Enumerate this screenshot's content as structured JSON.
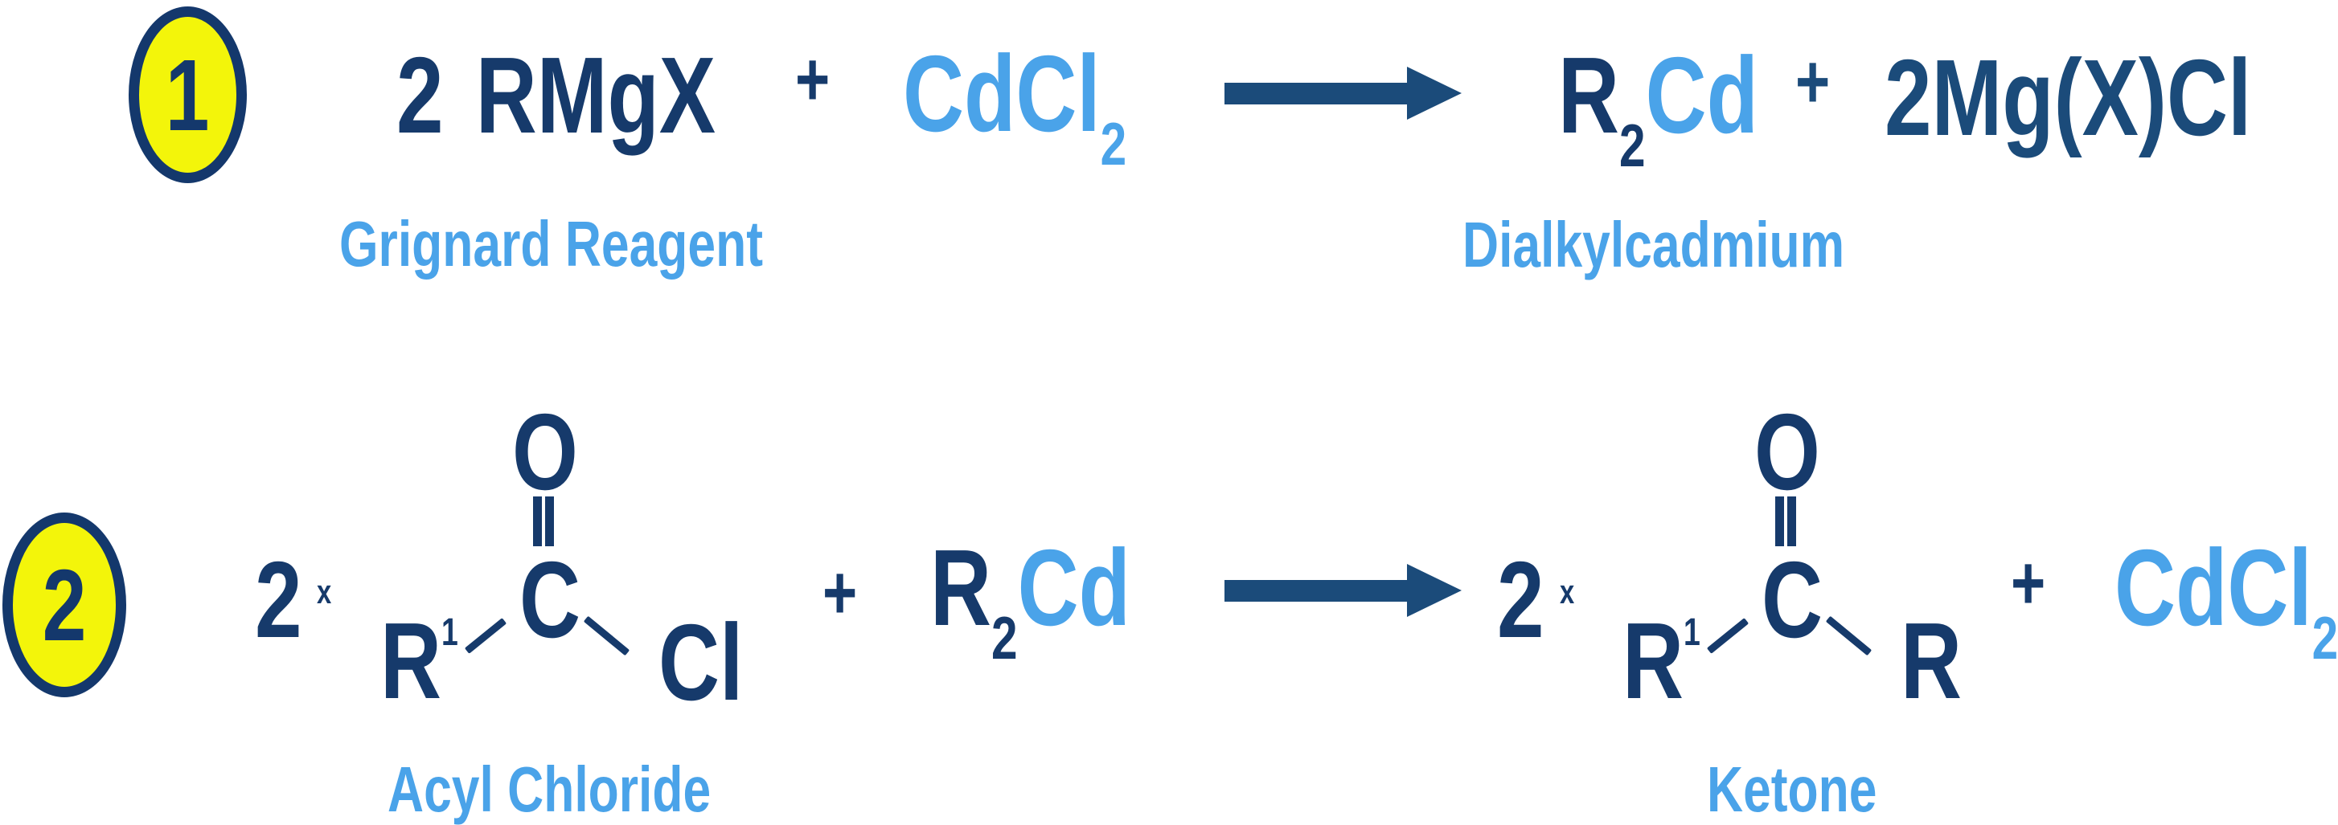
{
  "colors": {
    "background": "#FFFFFF",
    "navy": "#163A6B",
    "navy_medium": "#1B4B7A",
    "light_blue": "#4AA3E9",
    "badge_fill": "#F3F50A",
    "badge_border": "#14386C"
  },
  "icons": {
    "reaction_arrow": "right-arrow (css triangle head + bar shaft)",
    "carbonyl_double_bond": "two vertical bars",
    "single_bond": "rotated bar"
  },
  "reaction1": {
    "badge_number": "1",
    "reactant1": "2 RMgX",
    "plus_left": "+",
    "cdcl2_main": "CdCl",
    "cdcl2_sub": "2",
    "product_r": "R",
    "product_r_sub": "2",
    "product_cd": "Cd",
    "plus_right": "+",
    "product2": "2Mg(X)Cl",
    "reactant_label": "Grignard Reagent",
    "product_label": "Dialkylcadmium"
  },
  "reaction2": {
    "badge_number": "2",
    "coeff_left": "2",
    "times_left": "x",
    "acyl": {
      "o": "O",
      "c": "C",
      "r": "R",
      "r_sup": "1",
      "cl": "Cl"
    },
    "plus_left": "+",
    "r2cd": {
      "r": "R",
      "sub": "2",
      "cd": "Cd"
    },
    "coeff_right": "2",
    "times_right": "x",
    "ketone": {
      "o": "O",
      "c": "C",
      "r1": "R",
      "r1_sup": "1",
      "r2": "R"
    },
    "plus_right": "+",
    "cdcl2_main": "CdCl",
    "cdcl2_sub": "2",
    "reactant_label": "Acyl Chloride",
    "product_label": "Ketone"
  }
}
